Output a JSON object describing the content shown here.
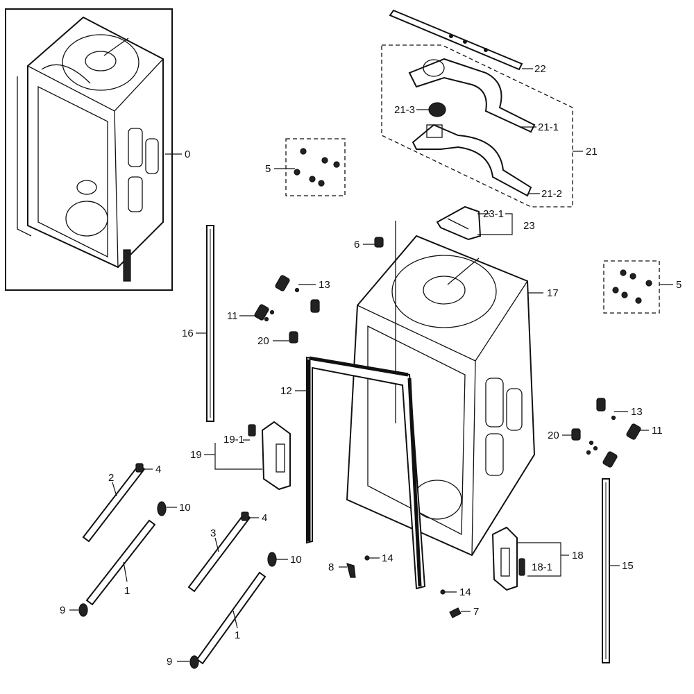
{
  "callouts": {
    "c0": "0",
    "c1a": "1",
    "c1b": "1",
    "c2": "2",
    "c3": "3",
    "c4a": "4",
    "c4b": "4",
    "c5a": "5",
    "c5b": "5",
    "c6": "6",
    "c7": "7",
    "c8": "8",
    "c9a": "9",
    "c9b": "9",
    "c10a": "10",
    "c10b": "10",
    "c11a": "11",
    "c11b": "11",
    "c12": "12",
    "c13a": "13",
    "c13b": "13",
    "c14a": "14",
    "c14b": "14",
    "c15": "15",
    "c16": "16",
    "c17": "17",
    "c18": "18",
    "c18_1": "18-1",
    "c19": "19",
    "c19_1": "19-1",
    "c20a": "20",
    "c20b": "20",
    "c21": "21",
    "c21_1": "21-1",
    "c21_2": "21-2",
    "c21_3": "21-3",
    "c22": "22",
    "c23": "23",
    "c23_1": "23-1"
  }
}
